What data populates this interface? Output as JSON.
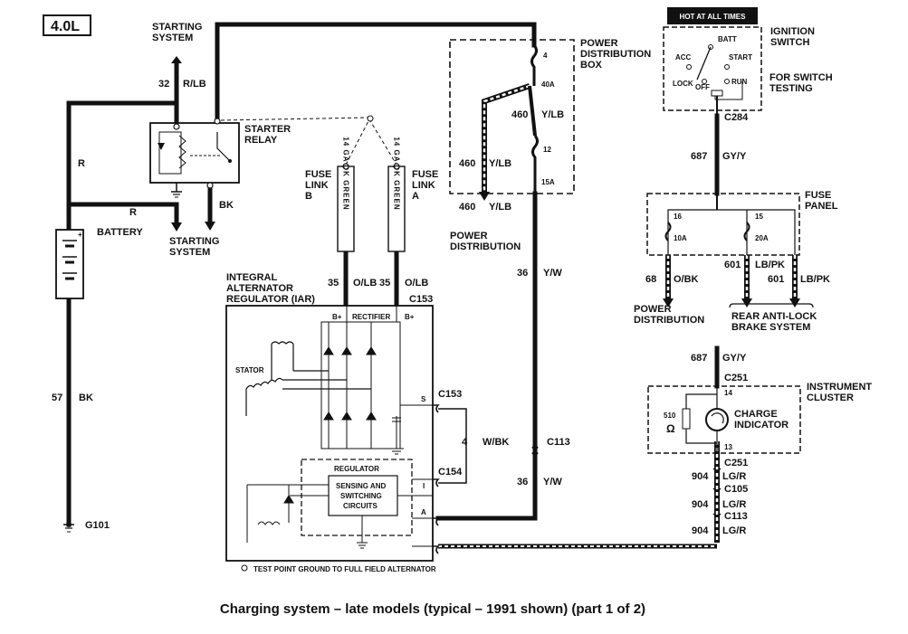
{
  "engine_badge": "4.0L",
  "hot_banner": "HOT AT ALL TIMES",
  "caption": "Charging system – late models (typical – 1991 shown) (part 1 of 2)",
  "test_point": "TEST POINT GROUND TO FULL FIELD ALTERNATOR",
  "labels": {
    "starting_system_top_1": "STARTING",
    "starting_system_top_2": "SYSTEM",
    "starting_system_bot_1": "STARTING",
    "starting_system_bot_2": "SYSTEM",
    "starter_relay_1": "STARTER",
    "starter_relay_2": "RELAY",
    "battery": "BATTERY",
    "fuse_link_b_1": "FUSE",
    "fuse_link_b_2": "LINK",
    "fuse_link_b_3": "B",
    "fuse_link_a_1": "FUSE",
    "fuse_link_a_2": "LINK",
    "fuse_link_a_3": "A",
    "pdb_1": "POWER",
    "pdb_2": "DISTRIBUTION",
    "pdb_3": "BOX",
    "power_dist_1": "POWER",
    "power_dist_2": "DISTRIBUTION",
    "power_dist_b_1": "POWER",
    "power_dist_b_2": "DISTRIBUTION",
    "iar_1": "INTEGRAL",
    "iar_2": "ALTERNATOR",
    "iar_3": "REGULATOR (IAR)",
    "stator": "STATOR",
    "rectifier": "RECTIFIER",
    "regulator": "REGULATOR",
    "sensing_1": "SENSING AND",
    "sensing_2": "SWITCHING",
    "sensing_3": "CIRCUITS",
    "ignition_1": "IGNITION",
    "ignition_2": "SWITCH",
    "for_switch_1": "FOR SWITCH",
    "for_switch_2": "TESTING",
    "fuse_panel_1": "FUSE",
    "fuse_panel_2": "PANEL",
    "abs_1": "REAR ANTI-LOCK",
    "abs_2": "BRAKE SYSTEM",
    "cluster_1": "INSTRUMENT",
    "cluster_2": "CLUSTER",
    "charge_1": "CHARGE",
    "charge_2": "INDICATOR",
    "batt": "BATT",
    "acc": "ACC",
    "start": "START",
    "lock": "LOCK",
    "off": "OFF",
    "run": "RUN",
    "b_plus_1": "B+",
    "b_plus_2": "B+",
    "s_term": "S",
    "a_term": "A",
    "i_term": "I",
    "fuse_link_text": "14 GA DK GREEN",
    "ohm_value": "510",
    "ohm_symbol": "Ω"
  },
  "connectors": [
    "C153",
    "C153",
    "C154",
    "C113",
    "C284",
    "C251",
    "C251",
    "C105",
    "C113",
    "G101"
  ],
  "wires": [
    {
      "num": "32",
      "color": "R/LB"
    },
    {
      "num": "",
      "color": "R"
    },
    {
      "num": "",
      "color": "R"
    },
    {
      "num": "",
      "color": "BK"
    },
    {
      "num": "57",
      "color": "BK"
    },
    {
      "num": "35",
      "color": "O/LB"
    },
    {
      "num": "35",
      "color": "O/LB"
    },
    {
      "num": "460",
      "color": "Y/LB"
    },
    {
      "num": "460",
      "color": "Y/LB"
    },
    {
      "num": "460",
      "color": "Y/LB"
    },
    {
      "num": "36",
      "color": "Y/W"
    },
    {
      "num": "36",
      "color": "Y/W"
    },
    {
      "num": "4",
      "color": "W/BK"
    },
    {
      "num": "687",
      "color": "GY/Y"
    },
    {
      "num": "687",
      "color": "GY/Y"
    },
    {
      "num": "68",
      "color": "O/BK"
    },
    {
      "num": "601",
      "color": "LB/PK"
    },
    {
      "num": "601",
      "color": "LB/PK"
    },
    {
      "num": "904",
      "color": "LG/R"
    },
    {
      "num": "904",
      "color": "LG/R"
    },
    {
      "num": "904",
      "color": "LG/R"
    }
  ],
  "fuses": [
    {
      "num": "4",
      "rating": "40A"
    },
    {
      "num": "12",
      "rating": "15A"
    },
    {
      "num": "16",
      "rating": "10A"
    },
    {
      "num": "15",
      "rating": "20A"
    }
  ],
  "pins": {
    "p14": "14",
    "p13": "13"
  }
}
